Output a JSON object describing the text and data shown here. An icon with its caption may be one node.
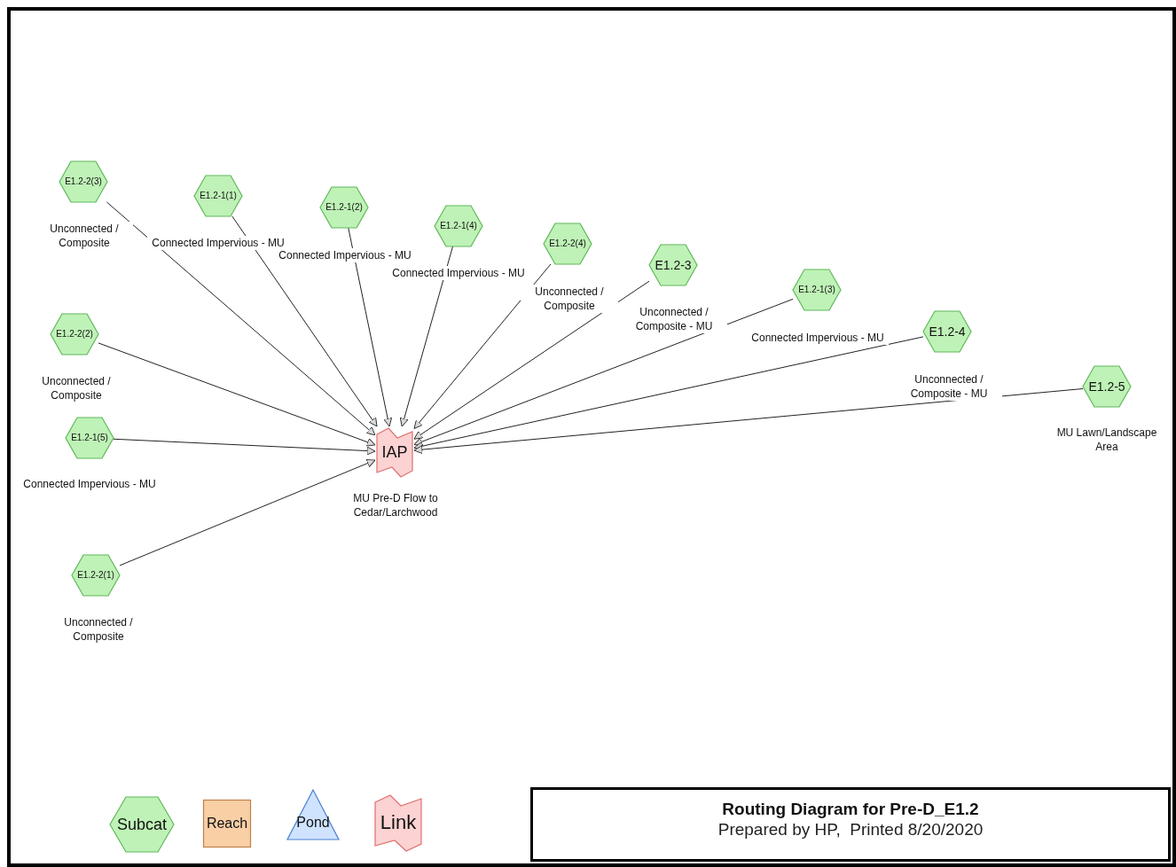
{
  "diagram": {
    "title": "Routing Diagram for Pre-D_E1.2",
    "nodes": [
      {
        "text": [
          "E1.2-2(3)"
        ],
        "beside": [
          "Unconnected / Composite"
        ]
      },
      {
        "text": [
          "E1.2-1(1)"
        ],
        "beside": [
          "Connected Impervious - MU"
        ]
      },
      {
        "text": [
          "E1.2-1(2)"
        ],
        "beside": [
          "Connected Impervious - MU"
        ]
      },
      {
        "text": [
          "E1.2-1(4)"
        ],
        "beside": [
          "Connected Impervious - MU"
        ]
      },
      {
        "text": [
          "E1.2-2(4)"
        ],
        "beside": [
          "Unconnected / Composite"
        ]
      },
      {
        "text": [
          "E1.2-3"
        ],
        "beside": [
          "Unconnected / Composite - MU"
        ]
      },
      {
        "text": [
          "E1.2-1(3)"
        ],
        "beside": [
          "Connected Impervious - MU"
        ]
      },
      {
        "text": [
          "E1.2-4"
        ],
        "beside": [
          "Unconnected / Composite - MU"
        ]
      },
      {
        "text": [
          "E1.2-5"
        ],
        "beside": [
          "MU Lawn/Landscape Area"
        ]
      },
      {
        "text": [
          "E1.2-2(2)"
        ],
        "beside": [
          "Unconnected / Composite"
        ]
      },
      {
        "text": [
          "E1.2-1(5)"
        ],
        "beside": [
          "Connected Impervious - MU"
        ]
      },
      {
        "text": [
          "E1.2-2(1)"
        ],
        "beside": [
          "Unconnected / Composite"
        ]
      },
      {
        "text": [
          "IAP"
        ],
        "beside": [
          "MU Pre-D Flow to Cedar/Larchwood"
        ]
      }
    ],
    "edges": [
      {
        "from": 0,
        "to": 12,
        "arrow": "to"
      },
      {
        "from": 1,
        "to": 12,
        "arrow": "to"
      },
      {
        "from": 2,
        "to": 12,
        "arrow": "to"
      },
      {
        "from": 3,
        "to": 12,
        "arrow": "to"
      },
      {
        "from": 4,
        "to": 12,
        "arrow": "to"
      },
      {
        "from": 5,
        "to": 12,
        "arrow": "to"
      },
      {
        "from": 6,
        "to": 12,
        "arrow": "to"
      },
      {
        "from": 7,
        "to": 12,
        "arrow": "to"
      },
      {
        "from": 8,
        "to": 12,
        "arrow": "to"
      },
      {
        "from": 9,
        "to": 12,
        "arrow": "to"
      },
      {
        "from": 10,
        "to": 12,
        "arrow": "to"
      },
      {
        "from": 11,
        "to": 12,
        "arrow": "to"
      }
    ],
    "labels": [
      "Prepared by HP,  Printed 8/20/2020"
    ],
    "legend": [
      {
        "text": "Subcat"
      },
      {
        "text": "Reach"
      },
      {
        "text": "Pond"
      },
      {
        "text": "Link"
      }
    ]
  }
}
